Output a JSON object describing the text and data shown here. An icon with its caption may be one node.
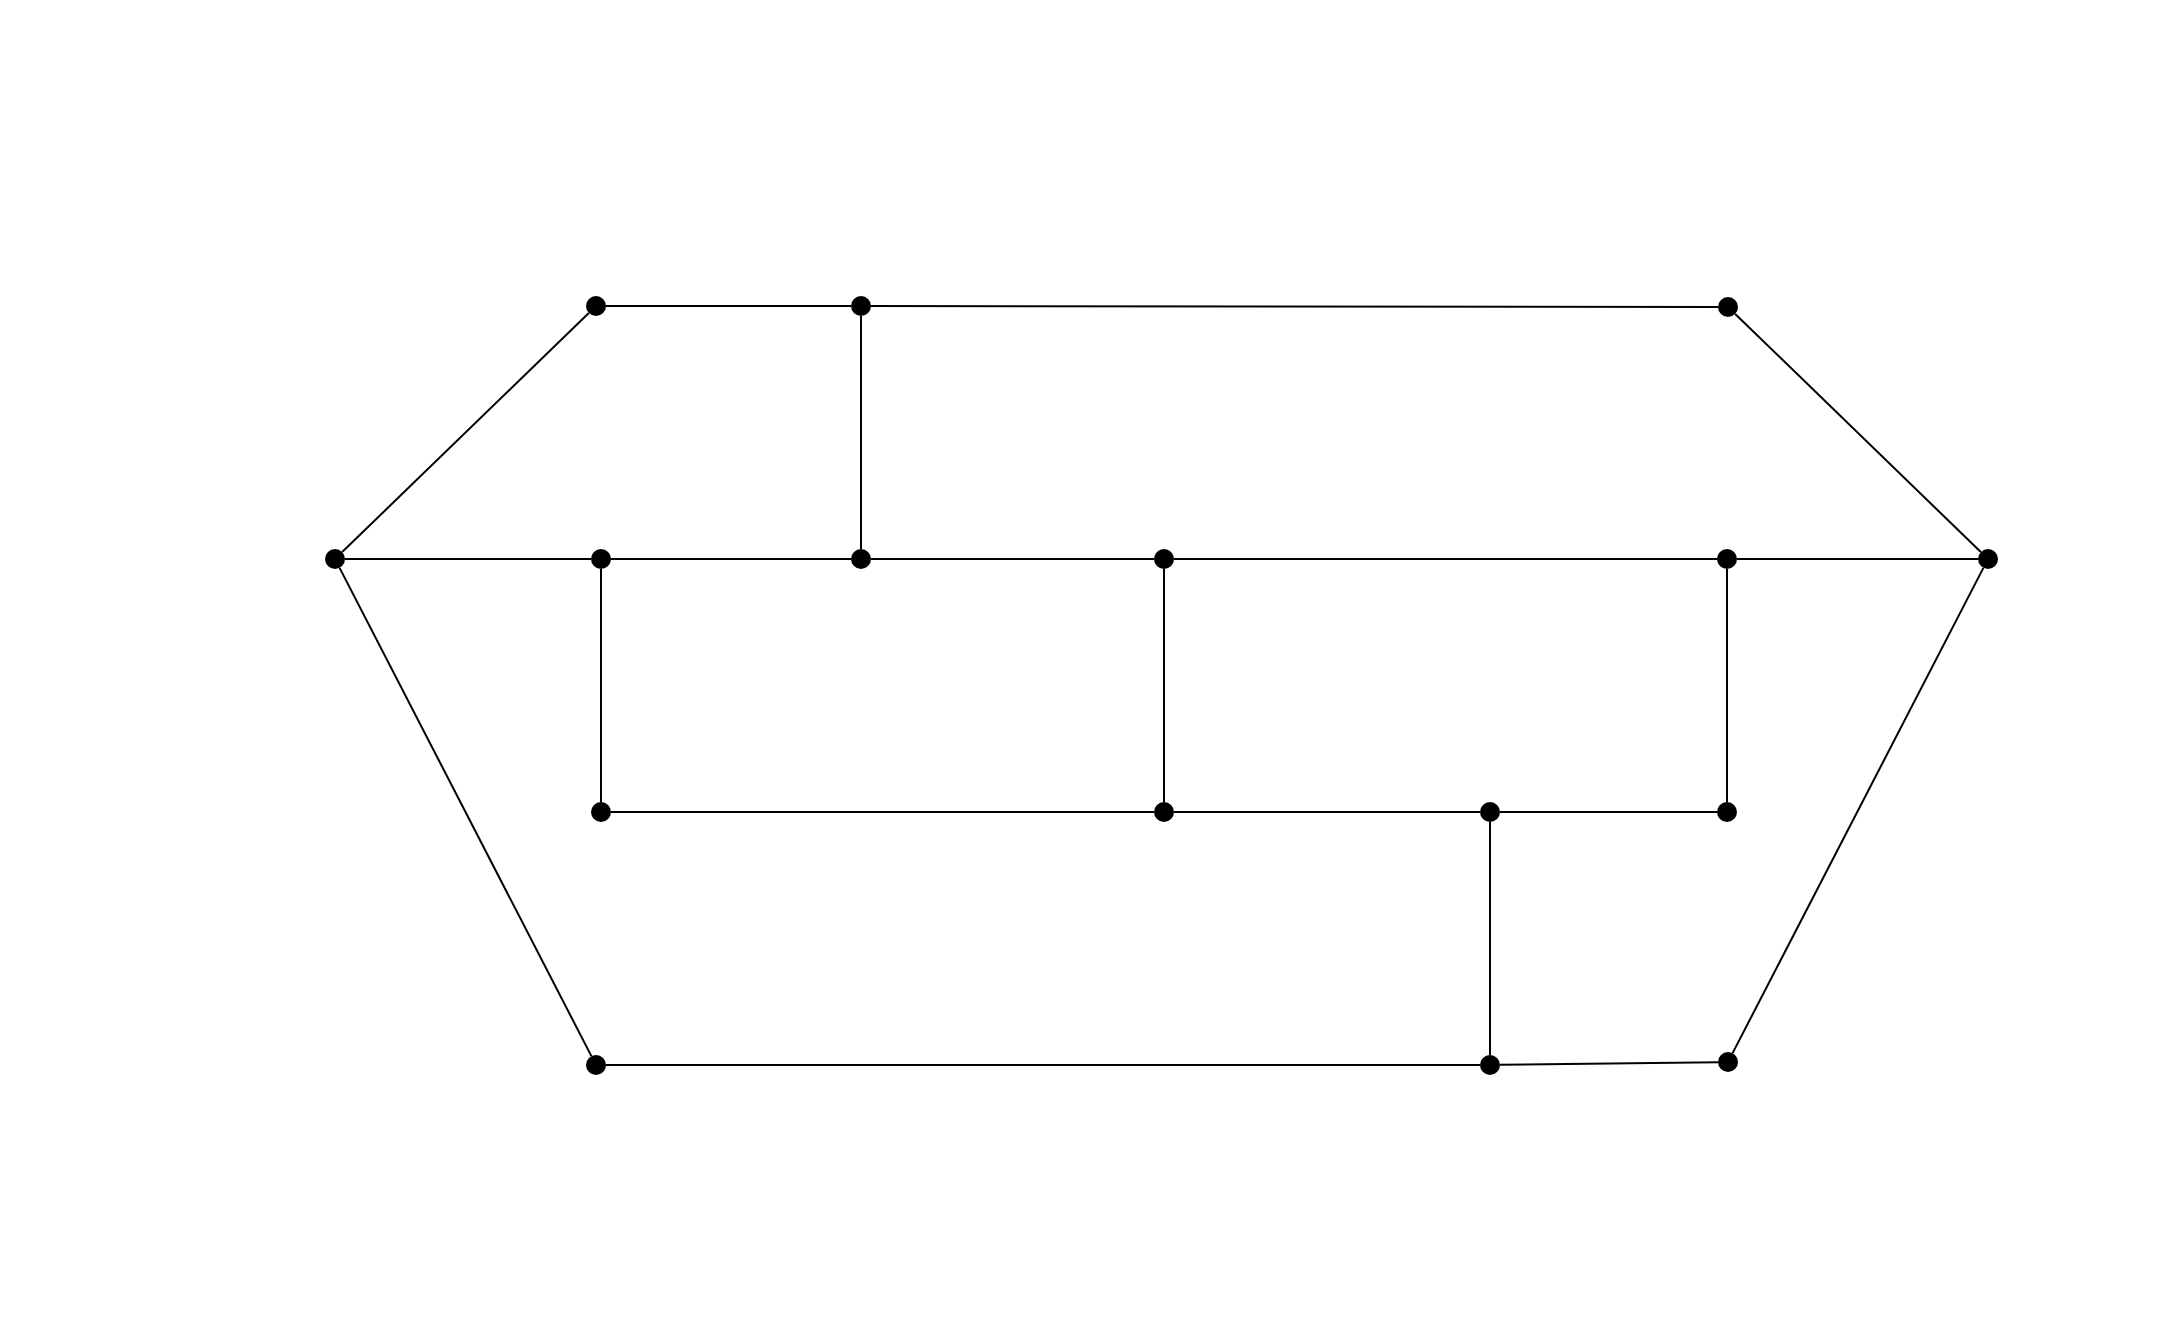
{
  "diagram": {
    "nodes": [
      {
        "text": [],
        "shape": "circle"
      },
      {
        "text": [],
        "shape": "circle"
      },
      {
        "text": [],
        "shape": "circle"
      },
      {
        "text": [],
        "shape": "circle"
      },
      {
        "text": [],
        "shape": "circle"
      },
      {
        "text": [],
        "shape": "circle"
      },
      {
        "text": [],
        "shape": "circle"
      },
      {
        "text": [],
        "shape": "circle"
      },
      {
        "text": [],
        "shape": "circle"
      },
      {
        "text": [],
        "shape": "circle"
      },
      {
        "text": [],
        "shape": "circle"
      },
      {
        "text": [],
        "shape": "circle"
      },
      {
        "text": [],
        "shape": "circle"
      },
      {
        "text": [],
        "shape": "circle"
      },
      {
        "text": [],
        "shape": "circle"
      },
      {
        "text": [],
        "shape": "circle"
      }
    ],
    "edges": [
      {
        "from": 0,
        "to": 1,
        "arrow": "none"
      },
      {
        "from": 1,
        "to": 2,
        "arrow": "none"
      },
      {
        "from": 0,
        "to": 3,
        "arrow": "none"
      },
      {
        "from": 2,
        "to": 8,
        "arrow": "none"
      },
      {
        "from": 1,
        "to": 5,
        "arrow": "none"
      },
      {
        "from": 3,
        "to": 4,
        "arrow": "none"
      },
      {
        "from": 4,
        "to": 5,
        "arrow": "none"
      },
      {
        "from": 5,
        "to": 6,
        "arrow": "none"
      },
      {
        "from": 6,
        "to": 7,
        "arrow": "none"
      },
      {
        "from": 7,
        "to": 8,
        "arrow": "none"
      },
      {
        "from": 4,
        "to": 9,
        "arrow": "none"
      },
      {
        "from": 6,
        "to": 10,
        "arrow": "none"
      },
      {
        "from": 7,
        "to": 12,
        "arrow": "none"
      },
      {
        "from": 9,
        "to": 10,
        "arrow": "none"
      },
      {
        "from": 10,
        "to": 11,
        "arrow": "none"
      },
      {
        "from": 11,
        "to": 12,
        "arrow": "none"
      },
      {
        "from": 11,
        "to": 14,
        "arrow": "none"
      },
      {
        "from": 3,
        "to": 13,
        "arrow": "none"
      },
      {
        "from": 8,
        "to": 15,
        "arrow": "none"
      },
      {
        "from": 13,
        "to": 14,
        "arrow": "none"
      },
      {
        "from": 14,
        "to": 15,
        "arrow": "none"
      }
    ]
  }
}
